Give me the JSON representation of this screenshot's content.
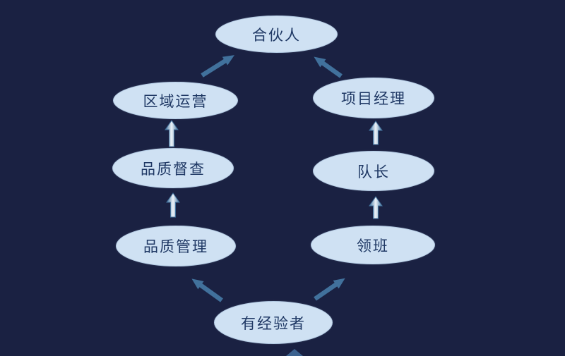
{
  "diagram": {
    "nodes": [
      {
        "id": "partner",
        "label": "合伙人"
      },
      {
        "id": "regional-operations",
        "label": "区域运营"
      },
      {
        "id": "project-manager",
        "label": "项目经理"
      },
      {
        "id": "quality-inspection",
        "label": "品质督查"
      },
      {
        "id": "team-leader",
        "label": "队长"
      },
      {
        "id": "quality-management",
        "label": "品质管理"
      },
      {
        "id": "foreman",
        "label": "领班"
      },
      {
        "id": "experienced-worker",
        "label": "有经验者"
      }
    ],
    "edges": [
      {
        "from": "有经验者",
        "to": "品质管理",
        "style": "diagonal-solid"
      },
      {
        "from": "有经验者",
        "to": "领班",
        "style": "diagonal-solid"
      },
      {
        "from": "品质管理",
        "to": "品质督查",
        "style": "vertical-gradient"
      },
      {
        "from": "品质督查",
        "to": "区域运营",
        "style": "vertical-gradient"
      },
      {
        "from": "区域运营",
        "to": "合伙人",
        "style": "diagonal-solid"
      },
      {
        "from": "领班",
        "to": "队长",
        "style": "vertical-gradient"
      },
      {
        "from": "队长",
        "to": "项目经理",
        "style": "vertical-gradient"
      },
      {
        "from": "项目经理",
        "to": "合伙人",
        "style": "diagonal-solid"
      },
      {
        "from": "bottom-edge",
        "to": "有经验者",
        "style": "partial-arrowhead"
      }
    ],
    "colors": {
      "background": "#1a2142",
      "node_fill": "#cfe1f3",
      "node_text": "#1f3864",
      "arrow": "#41719c"
    }
  }
}
